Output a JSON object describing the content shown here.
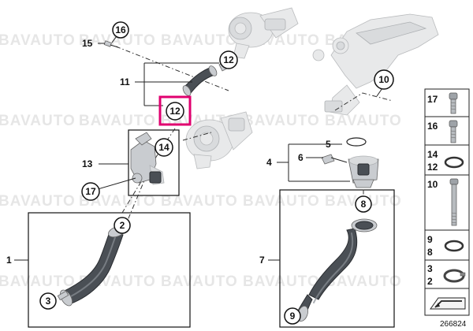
{
  "watermark": "BAVAUTO",
  "diagram_id": "266824",
  "callouts": {
    "c16": "16",
    "c12a": "12",
    "c12b": "12",
    "c14": "14",
    "c17": "17",
    "c2": "2",
    "c3": "3",
    "c8": "8",
    "c9": "9",
    "c10": "10"
  },
  "labels": {
    "l15": "15",
    "l11": "11",
    "l13": "13",
    "l1": "1",
    "l5": "5",
    "l6": "6",
    "l4": "4",
    "l7": "7"
  },
  "legend": [
    {
      "top": "17",
      "bottom": "",
      "icon": "bolt-icon"
    },
    {
      "top": "16",
      "bottom": "",
      "icon": "bolt-icon"
    },
    {
      "top": "14",
      "bottom": "12",
      "icon": "o-ring-icon"
    },
    {
      "top": "10",
      "bottom": "",
      "icon": "long-bolt-icon"
    },
    {
      "top": "9",
      "bottom": "8",
      "icon": "o-ring-icon"
    },
    {
      "top": "3",
      "bottom": "2",
      "icon": "hose-clamp-icon"
    }
  ],
  "colors": {
    "highlight": "#e0006f",
    "hose": "#4a4f55",
    "line": "#222222"
  }
}
